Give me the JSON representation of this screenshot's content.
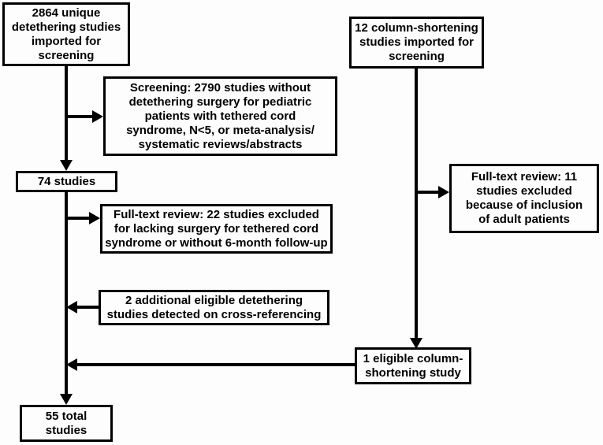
{
  "figure": {
    "type": "flowchart",
    "background_color": "#fdfdfd",
    "line_color": "#000000",
    "boxes": {
      "detethering_imported": "2864 unique\ndetethering studies\nimported for\nscreening",
      "column_shortening_imported": "12 column-shortening\nstudies imported for\nscreening",
      "screening_exclusion": "Screening: 2790 studies without\ndetethering surgery for pediatric\npatients with tethered cord\nsyndrome, N<5, or meta-analysis/\nsystematic reviews/abstracts",
      "studies_74": "74 studies",
      "fulltext_22_exclusion": "Full-text review: 22 studies excluded\nfor lacking surgery for tethered cord\nsyndrome or without 6-month follow-up",
      "cross_referencing": "2 additional eligible detethering\nstudies detected on cross-referencing",
      "fulltext_11_exclusion": "Full-text review: 11\nstudies excluded\nbecause of inclusion\nof adult patients",
      "eligible_column_shortening": "1 eligible column-\nshortening study",
      "total_studies": "55 total\nstudies"
    }
  }
}
